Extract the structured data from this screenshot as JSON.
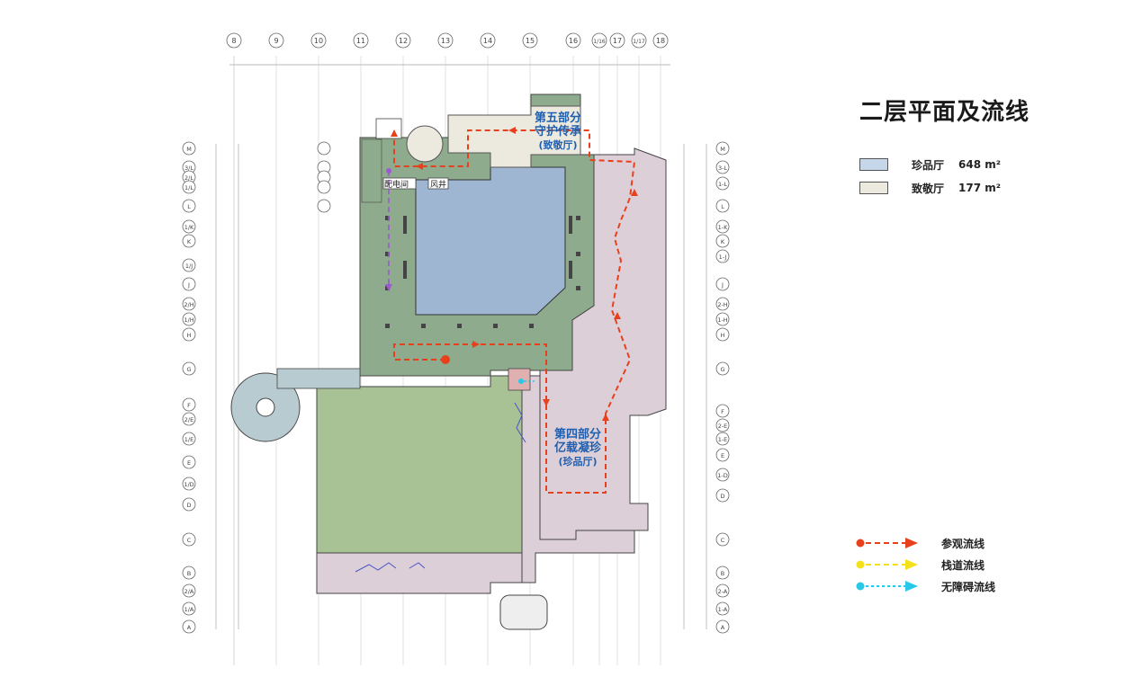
{
  "title": "二层平面及流线",
  "areas": [
    {
      "name": "珍品厅",
      "area": "648 m²",
      "color": "#c7d7ea"
    },
    {
      "name": "致敬厅",
      "area": "177 m²",
      "color": "#ece9df"
    }
  ],
  "flows": [
    {
      "name": "参观流线",
      "color": "#e8401c"
    },
    {
      "name": "栈道流线",
      "color": "#f5e11a"
    },
    {
      "name": "无障碍流线",
      "color": "#27c8e8"
    }
  ],
  "zones": {
    "fifth": {
      "line1": "第五部分",
      "line2": "守护传承",
      "line3": "(致敬厅)"
    },
    "fourth": {
      "line1": "第四部分",
      "line2": "亿载凝珍",
      "line3": "(珍品厅)"
    }
  },
  "room_labels": {
    "distribution": "配电间",
    "air_shaft": "风井"
  },
  "grid": {
    "top_axes": [
      "8",
      "9",
      "10",
      "11",
      "12",
      "13",
      "14",
      "15",
      "16",
      "1/16",
      "17",
      "1/17",
      "18"
    ],
    "left_axes": [
      "M",
      "3/L",
      "2/L",
      "1/L",
      "L",
      "1/K",
      "K",
      "1/J",
      "J",
      "2/H",
      "1/H",
      "H",
      "G",
      "F",
      "2/E",
      "1/E",
      "E",
      "1/D",
      "D",
      "C",
      "B",
      "2/A",
      "1/A",
      "A"
    ],
    "right_axes": [
      "M",
      "3-L",
      "1-L",
      "L",
      "1-K",
      "K",
      "1-J",
      "J",
      "2-H",
      "1-H",
      "H",
      "G",
      "F",
      "2-E",
      "1-E",
      "E",
      "1-D",
      "D",
      "C",
      "B",
      "2-A",
      "1-A",
      "A"
    ]
  },
  "colors": {
    "green_hall": "#8fab8d",
    "lower_green": "#a9c295",
    "blue_hall": "#9fb6d3",
    "pink_hall": "#dccfd8",
    "beige_hall": "#ece9df"
  }
}
